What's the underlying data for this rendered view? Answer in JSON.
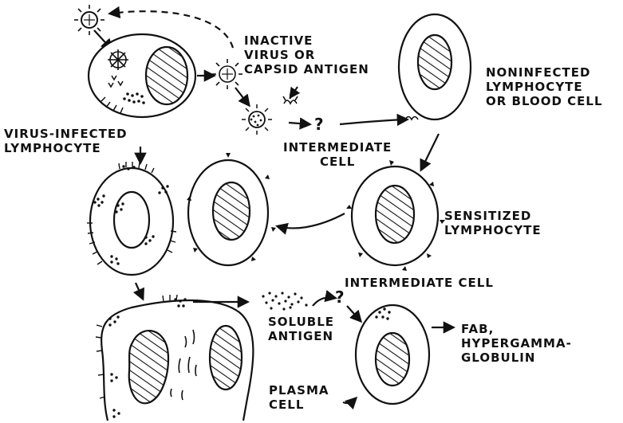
{
  "figure": {
    "labels": {
      "inactive_virus": "INACTIVE\nVIRUS OR\nCAPSID ANTIGEN",
      "noninfected": "NONINFECTED\nLYMPHOCYTE\nOR BLOOD CELL",
      "virus_infected": "VIRUS-INFECTED\nLYMPHOCYTE",
      "question_top": "?",
      "intermediate_top": "INTERMEDIATE\nCELL",
      "sensitized": "SENSITIZED\nLYMPHOCYTE",
      "intermediate_bottom": "INTERMEDIATE CELL",
      "question_bottom": "?",
      "soluble": "SOLUBLE\nANTIGEN",
      "fab": "FAB,\nHYPERGAMMA-\nGLOBULIN",
      "plasma": "PLASMA\nCELL"
    },
    "colors": {
      "ink": "#111111",
      "paper": "#ffffff"
    }
  }
}
